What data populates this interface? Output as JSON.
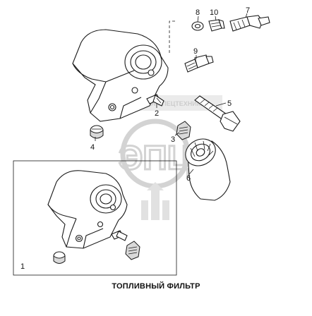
{
  "caption": "ТОПЛИВНЫЙ ФИЛЬТР",
  "callouts": [
    "1",
    "2",
    "3",
    "4",
    "5",
    "6",
    "7",
    "8",
    "9",
    "10"
  ],
  "watermark": {
    "logo": "ЭПЦ",
    "band": "ЗАПЧАСТИ ДЛЯ СПЕЦТЕХНИКИ"
  }
}
